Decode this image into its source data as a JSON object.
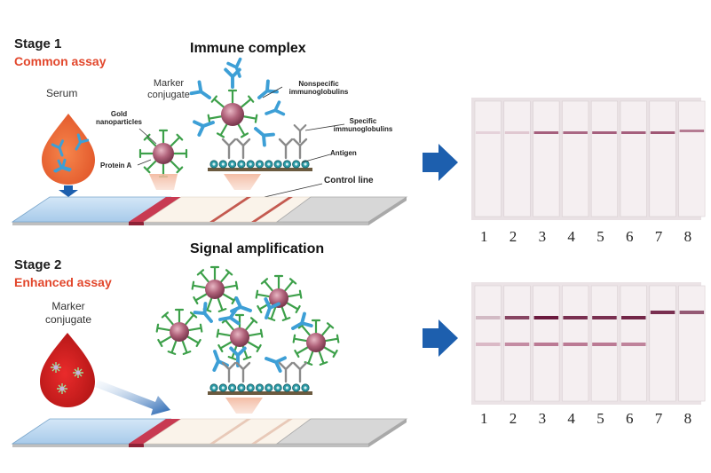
{
  "stage1": {
    "title": "Stage 1",
    "subtitle": "Common assay"
  },
  "stage2": {
    "title": "Stage 2",
    "subtitle": "Enhanced assay"
  },
  "headings": {
    "top": "Immune complex",
    "bottom": "Signal amplification"
  },
  "labels": {
    "serum": "Serum",
    "marker_conjugate_1": "Marker\nconjugate",
    "marker_conjugate_2": "Marker\nconjugate",
    "gold_nanoparticles": "Gold\nnanoparticles",
    "protein_a": "Protein A",
    "nonspecific": "Nonspecific\nimmunoglobulins",
    "specific": "Specific\nimmunoglobulins",
    "antigen": "Antigen",
    "control_line": "Control line"
  },
  "lanes": {
    "numbers": [
      "1",
      "2",
      "3",
      "4",
      "5",
      "6",
      "7",
      "8"
    ],
    "top_intensity": [
      0.15,
      0.2,
      0.75,
      0.7,
      0.75,
      0.75,
      0.8,
      0.6
    ],
    "bottom_control": [
      0.25,
      0.8,
      1.0,
      0.9,
      0.9,
      0.95,
      0.9,
      0.7
    ],
    "bottom_test": [
      0.3,
      0.55,
      0.65,
      0.65,
      0.65,
      0.6,
      0.0,
      0.0
    ]
  },
  "colors": {
    "accent_red": "#e2472c",
    "arrow_blue": "#1d5fae",
    "antibody_blue": "#3d9fd6",
    "gold_particle": "#a4566b",
    "strip_blue": "#b9d6ef",
    "strip_red": "#c83a52",
    "sample_pad_grey": "#d7d7d7",
    "membrane_line": "#c45a50",
    "nanoparticle_green": "#3da04a"
  }
}
